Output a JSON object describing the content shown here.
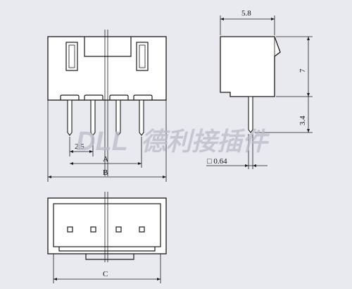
{
  "dimensions": {
    "side_width": "5.8",
    "side_height": "7",
    "pin_length": "3.4",
    "pin_square": "□ 0.64",
    "pitch": "2.5",
    "a": "A",
    "b": "B",
    "c": "C"
  },
  "watermark": {
    "latin": "DLL",
    "chinese": "德利接插件"
  },
  "colors": {
    "background": "#e9eaef",
    "line": "#1a1a1a",
    "body_fill": "#ffffff",
    "watermark": "#b9bac9"
  }
}
